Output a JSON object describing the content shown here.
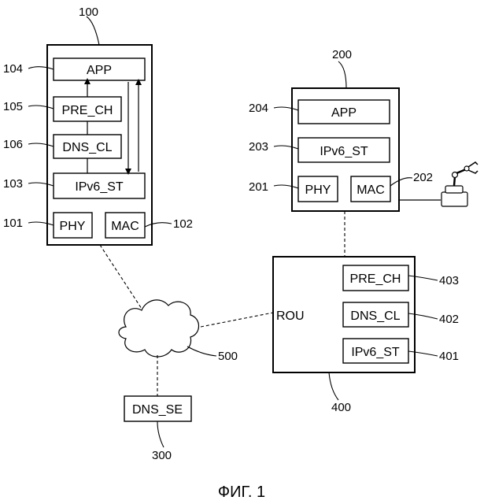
{
  "figure_caption": "ФИГ. 1",
  "device_100": {
    "ref": "100",
    "app": {
      "label": "APP",
      "ref": "104"
    },
    "pre_ch": {
      "label": "PRE_CH",
      "ref": "105"
    },
    "dns_cl": {
      "label": "DNS_CL",
      "ref": "106"
    },
    "ipv6_st": {
      "label": "IPv6_ST",
      "ref": "103"
    },
    "phy": {
      "label": "PHY",
      "ref": "101"
    },
    "mac": {
      "label": "MAC",
      "ref": "102"
    }
  },
  "device_200": {
    "ref": "200",
    "app": {
      "label": "APP",
      "ref": "204"
    },
    "ipv6_st": {
      "label": "IPv6_ST",
      "ref": "203"
    },
    "phy": {
      "label": "PHY",
      "ref": "201"
    },
    "mac": {
      "label": "MAC",
      "ref": "202"
    }
  },
  "router_400": {
    "ref": "400",
    "label": "ROU",
    "pre_ch": {
      "label": "PRE_CH",
      "ref": "403"
    },
    "dns_cl": {
      "label": "DNS_CL",
      "ref": "402"
    },
    "ipv6_st": {
      "label": "IPv6_ST",
      "ref": "401"
    }
  },
  "network_500": {
    "ref": "500"
  },
  "dns_server_300": {
    "label": "DNS_SE",
    "ref": "300"
  }
}
